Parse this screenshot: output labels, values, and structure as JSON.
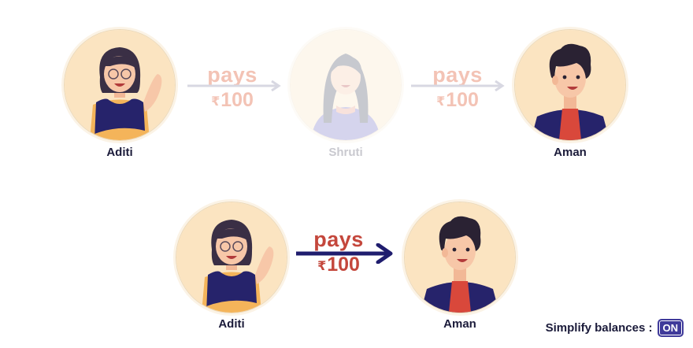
{
  "colors": {
    "avatar_bg": "#fbe4c1",
    "pays_active": "#c4473c",
    "pays_faded": "#f3c3b5",
    "arrow_active": "#1f1d6e",
    "arrow_faded": "#d8d8e2",
    "toggle_bg": "#3f3a9a"
  },
  "before": {
    "people": [
      {
        "name": "Aditi",
        "icon": "woman-waving-avatar",
        "faded": false
      },
      {
        "name": "Shruti",
        "icon": "woman-long-hair-avatar",
        "faded": true
      },
      {
        "name": "Aman",
        "icon": "man-curly-hair-avatar",
        "faded": false
      }
    ],
    "payments": [
      {
        "word": "pays",
        "currency": "₹",
        "amount": "100"
      },
      {
        "word": "pays",
        "currency": "₹",
        "amount": "100"
      }
    ]
  },
  "after": {
    "people": [
      {
        "name": "Aditi",
        "icon": "woman-waving-avatar"
      },
      {
        "name": "Aman",
        "icon": "man-curly-hair-avatar"
      }
    ],
    "payment": {
      "word": "pays",
      "currency": "₹",
      "amount": "100"
    }
  },
  "toggle": {
    "label": "Simplify balances :",
    "state": "ON"
  }
}
